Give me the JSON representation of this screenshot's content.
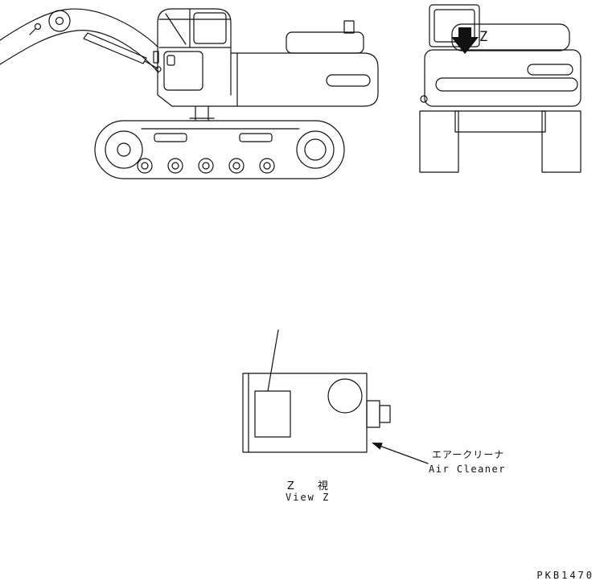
{
  "page": {
    "background": "#ffffff",
    "ink": "#111111",
    "drawing_code": "PKB1470"
  },
  "rear_view": {
    "marker": "Z"
  },
  "detail": {
    "caption_jp": "Z　視",
    "caption_en": "View Z",
    "callout_jp": "エアークリーナ",
    "callout_en": "Air Cleaner"
  }
}
